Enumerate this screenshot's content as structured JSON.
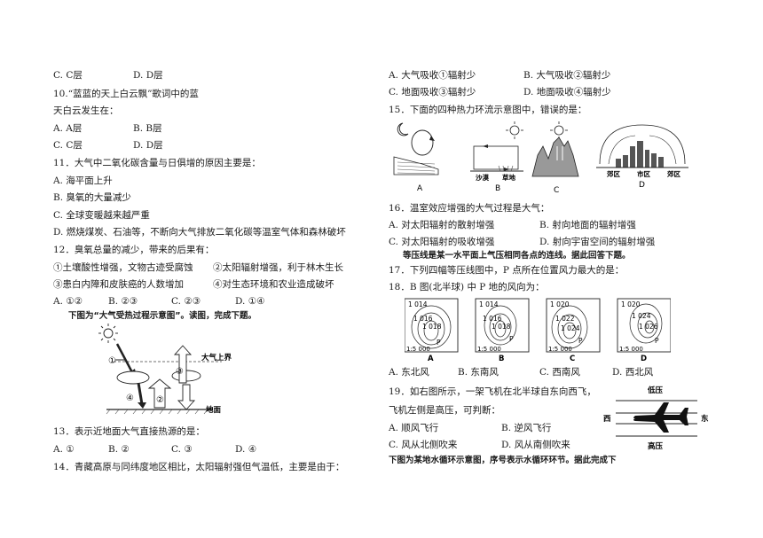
{
  "left": {
    "l01": "C. C层",
    "l01b": "D. D层",
    "l02": "10.“蓝蓝的天上白云飘”歌词中的蓝",
    "l03": "天白云发生在：",
    "l04a": "A. A层",
    "l04b": "B. B层",
    "l05a": "C. C层",
    "l05b": "D. D层",
    "l06": "11．大气中二氧化碳含量与日俱增的原因主要是：",
    "l07": "A. 海平面上升",
    "l08": "B. 臭氧的大量减少",
    "l09": "C. 全球变暖越来越严重",
    "l10": "D. 燃烧煤炭、石油等，不断向大气排放二氧化碳等温室气体和森林破坏",
    "l11": "12．臭氧总量的减少，带来的后果有：",
    "l12a": "①土壤酸性增强，文物古迹受腐蚀",
    "l12b": "②太阳辐射增强，利于林木生长",
    "l13a": "③患白内障和皮肤癌的人数增加",
    "l13b": "④对生态环境和农业造成破坏",
    "l14a": "A. ①②",
    "l14b": "B. ②③",
    "l14c": "C. ②③",
    "l14d": "D. ①④",
    "l15": "下图为“大气受热过程示意图”。读图，完成下题。",
    "l16": "13．表示近地面大气直接热源的是：",
    "l17a": "A. ①",
    "l17b": "B. ②",
    "l17c": "C. ③",
    "l17d": "D. ④",
    "l18": "14．青藏高原与同纬度地区相比，太阳辐射强但气温低，主要是由于："
  },
  "fig_heat": {
    "label_top": "大气上界",
    "label_ground": "地面",
    "n1": "①",
    "n2": "②",
    "n3": "③",
    "n4": "④"
  },
  "right": {
    "r01a": "A. 大气吸收①辐射少",
    "r01b": "B. 大气吸收②辐射少",
    "r02a": "C. 地面吸收③辐射少",
    "r02b": "D. 地面吸收④辐射少",
    "r03": "15．下面的四种热力环流示意图中，错误的是：",
    "r04": "16．温室效应增强的大气过程是大气：",
    "r05a": "A. 对太阳辐射的散射增强",
    "r05b": "B. 射向地面的辐射增强",
    "r06a": "C. 对太阳辐射的吸收增强",
    "r06b": "D. 射向宇宙空间的辐射增强",
    "r07": "等压线是某一水平面上气压相同各点的连线。据此回答下题。",
    "r08": "17．下列四幅等压线图中，P 点所在位置风力最大的是：",
    "r09": "18．B 图(北半球) 中 P 地的风向为：",
    "r10a": "A. 东北风",
    "r10b": "B. 东南风",
    "r10c": "C. 西南风",
    "r10d": "D. 西北风",
    "r11": "19．如右图所示，一架飞机在北半球自东向西飞，",
    "r12": "飞机左侧是高压，可判断：",
    "r13a": "A. 顺风飞行",
    "r13b": "B. 逆风飞行",
    "r14a": "C. 风从北侧吹来",
    "r14b": "D. 风从南侧吹来",
    "r15": "下图为某地水循环示意图，序号表示水循环环节。据此完成下"
  },
  "fig_circ": {
    "la": "A",
    "lb": "B",
    "lc": "C",
    "ld": "D",
    "sand": "沙漠",
    "grass": "草地",
    "suburb1": "郊区",
    "city": "市区",
    "suburb2": "郊区"
  },
  "fig_isobar": {
    "a1": "1 014",
    "a2": "1 016",
    "a3": "1 018",
    "as": "1:5 000",
    "ap": "P",
    "al": "A",
    "b1": "1 014",
    "b2": "1 016",
    "b3": "1 018",
    "bs": "1:5 000",
    "bp": "P",
    "bl": "B",
    "c1": "1 020",
    "c2": "1 022",
    "c3": "1 024",
    "cs": "1:5 000",
    "cp": "P",
    "cl": "C",
    "d1": "1 020",
    "d2": "1 024",
    "d3": "1 026",
    "ds": "1:5 000",
    "dp": "P",
    "dl": "D"
  },
  "fig_plane": {
    "low": "低压",
    "high": "高压",
    "west": "西",
    "east": "东"
  }
}
